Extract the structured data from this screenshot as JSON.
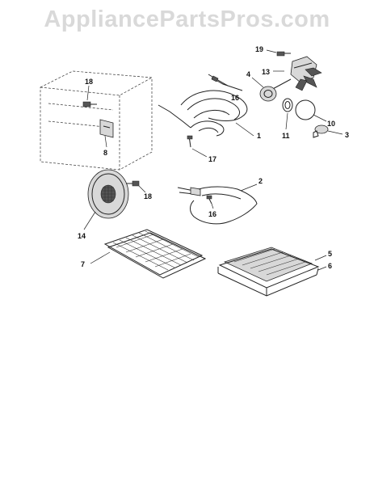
{
  "watermark": {
    "text": "AppliancePartsPros.com"
  },
  "callouts": {
    "c1": "1",
    "c2": "2",
    "c3": "3",
    "c4": "4",
    "c5": "5",
    "c6": "6",
    "c7": "7",
    "c8": "8",
    "c10": "10",
    "c11": "11",
    "c13": "13",
    "c14": "14",
    "c16a": "16",
    "c16b": "16",
    "c17": "17",
    "c18a": "18",
    "c18b": "18",
    "c19": "19"
  }
}
